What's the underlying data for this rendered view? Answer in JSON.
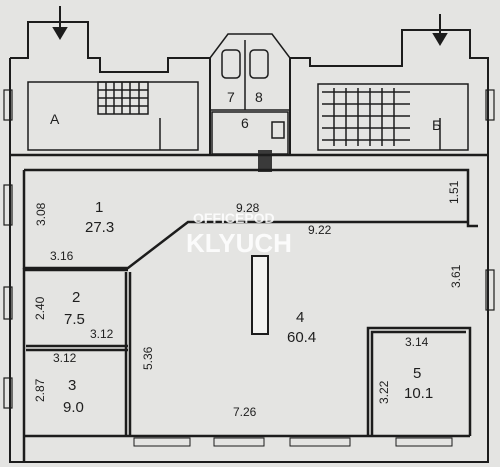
{
  "sections": {
    "a": "А",
    "b": "Б",
    "seven": "7",
    "eight": "8",
    "six": "6"
  },
  "rooms": [
    {
      "number": "1",
      "area": "27.3"
    },
    {
      "number": "2",
      "area": "7.5"
    },
    {
      "number": "3",
      "area": "9.0"
    },
    {
      "number": "4",
      "area": "60.4"
    },
    {
      "number": "5",
      "area": "10.1"
    }
  ],
  "dimensions": {
    "r1_top": "9.28",
    "r1_height": "3.08",
    "r1_bottom": "3.16",
    "right_corridor": "1.51",
    "r4_top": "9.22",
    "r4_right": "3.61",
    "r2_height": "2.40",
    "r2_bottom": "3.12",
    "r3_top": "3.12",
    "r3_height": "2.87",
    "r4_left": "5.36",
    "r5_top": "3.14",
    "r5_height": "3.22",
    "r4_bottom": "7.26"
  },
  "watermark": {
    "line1": "OFFICEPOD",
    "line2": "KLYUCH"
  }
}
